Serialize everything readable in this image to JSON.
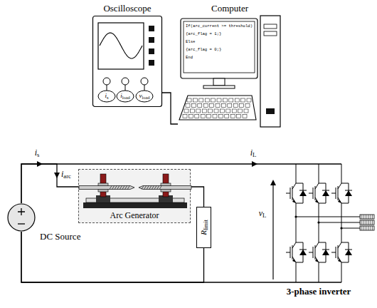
{
  "diagram": {
    "nodes": [
      {
        "text": [
          "Oscilloscope"
        ]
      },
      {
        "text": [
          "Computer"
        ]
      },
      {
        "text": [
          "DC Source"
        ]
      },
      {
        "text": [
          "Arc Generator"
        ]
      },
      {
        "text": [
          "Rlimit"
        ]
      },
      {
        "text": [
          "3-phase inverter"
        ]
      }
    ],
    "edges": [
      {
        "from": 0,
        "to": 1,
        "arrow": "none"
      },
      {
        "from": 2,
        "to": 3,
        "arrow": "none"
      },
      {
        "from": 3,
        "to": 4,
        "arrow": "none"
      },
      {
        "from": 4,
        "to": 2,
        "arrow": "none"
      },
      {
        "from": 2,
        "to": 5,
        "arrow": "none"
      },
      {
        "from": 5,
        "to": 2,
        "arrow": "none"
      }
    ],
    "labels": [
      "is",
      "iload",
      "vload",
      "If(arc_current >= threshold)",
      "{arc_flag = 1;}",
      "Else",
      "{arc_flag = 0;}",
      "End",
      "is",
      "iarc",
      "iL",
      "vL"
    ]
  }
}
